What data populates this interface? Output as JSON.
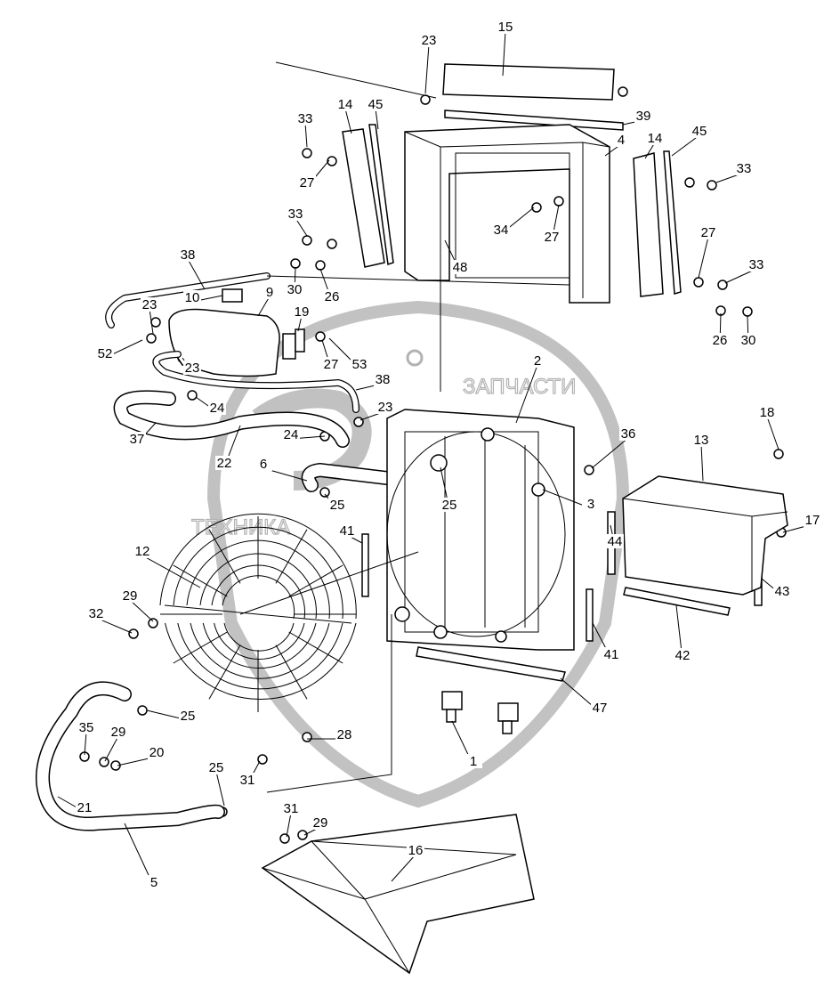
{
  "watermark": {
    "logo_letters": "ЗПФ",
    "left_text": "ТЕХНИКА",
    "right_text": "ЗАПЧАСТИ",
    "color": "#aaaaaa",
    "icon": "gear-icon"
  },
  "callouts": [
    "23",
    "15",
    "39",
    "33",
    "14",
    "45",
    "4",
    "14",
    "45",
    "33",
    "27",
    "34",
    "27",
    "27",
    "33",
    "38",
    "48",
    "33",
    "30",
    "26",
    "10",
    "9",
    "23",
    "19",
    "26",
    "30",
    "52",
    "23",
    "27",
    "53",
    "2",
    "38",
    "24",
    "23",
    "18",
    "37",
    "24",
    "22",
    "36",
    "13",
    "6",
    "25",
    "25",
    "3",
    "17",
    "41",
    "12",
    "44",
    "43",
    "29",
    "32",
    "41",
    "42",
    "47",
    "25",
    "35",
    "29",
    "20",
    "1",
    "28",
    "31",
    "25",
    "21",
    "31",
    "29",
    "16",
    "5"
  ]
}
